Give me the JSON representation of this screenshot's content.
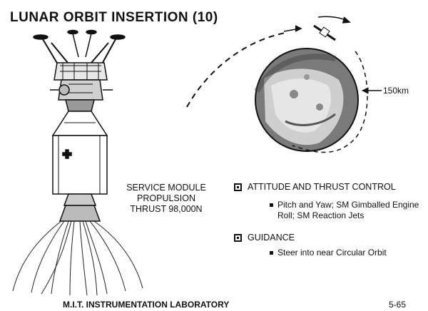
{
  "title": {
    "text": "LUNAR ORBIT INSERTION",
    "number": "(10)"
  },
  "diagram": {
    "spacecraft_label": [
      "SERVICE MODULE",
      "PROPULSION",
      "THRUST 98,000N"
    ],
    "altitude_label": "150km"
  },
  "bullets": [
    {
      "heading": "ATTITUDE AND THRUST CONTROL",
      "items": [
        "Pitch and Yaw;  SM Gimballed Engine",
        "Roll;  SM Reaction Jets"
      ]
    },
    {
      "heading": "GUIDANCE",
      "items": [
        "Steer into near Circular Orbit"
      ]
    }
  ],
  "footer": {
    "lab": "M.I.T. INSTRUMENTATION LABORATORY",
    "page": "5-65"
  }
}
